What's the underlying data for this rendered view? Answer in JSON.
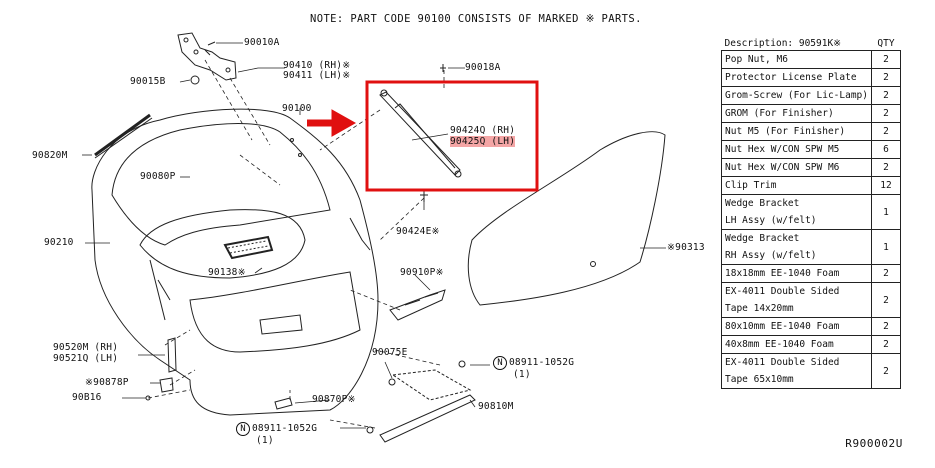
{
  "note": "NOTE: PART CODE 90100 CONSISTS OF MARKED ※ PARTS.",
  "reference": "R900002U",
  "labels": {
    "p90010A": "90010A",
    "p90410": "90410 (RH)※",
    "p90411": "90411 (LH)※",
    "p90015B": "90015B",
    "p90100": "90100",
    "p90018A": "90018A",
    "p90424Q": "90424Q (RH)",
    "p90425Q": "90425Q (LH)",
    "p90424E": "90424E※",
    "p90820M": "90820M",
    "p90080P": "90080P",
    "p90210": "90210",
    "p90138": "90138※",
    "p90910P": "90910P※",
    "p90313": "※90313",
    "p90520M": "90520M (RH)",
    "p90521Q": "90521Q (LH)",
    "p90878P": "※90878P",
    "p90B16": "90B16",
    "p90870P": "90870P※",
    "p90075E": "90075E",
    "p90810M": "90810M",
    "nut1_code": "08911-1052G",
    "nut1_qty": "(1)",
    "nut2_code": "08911-1052G",
    "nut2_qty": "(1)",
    "circle_n": "N"
  },
  "table": {
    "header": {
      "description": "Description: 90591K※",
      "qty": "QTY"
    },
    "rows": [
      {
        "desc": "Pop Nut, M6",
        "qty": "2"
      },
      {
        "desc": "Protector License Plate",
        "qty": "2"
      },
      {
        "desc": "Grom-Screw (For Lic-Lamp)",
        "qty": "2"
      },
      {
        "desc": "GROM (For Finisher)",
        "qty": "2"
      },
      {
        "desc": "Nut M5 (For Finisher)",
        "qty": "2"
      },
      {
        "desc": "Nut Hex W/CON SPW M5",
        "qty": "6"
      },
      {
        "desc": "Nut Hex W/CON SPW M6",
        "qty": "2"
      },
      {
        "desc": "Clip Trim",
        "qty": "12"
      },
      {
        "desc": "Wedge Bracket",
        "desc2": "LH Assy (w/felt)",
        "qty": "1"
      },
      {
        "desc": "Wedge Bracket",
        "desc2": "RH Assy (w/felt)",
        "qty": "1"
      },
      {
        "desc": "18x18mm EE-1040 Foam",
        "qty": "2"
      },
      {
        "desc": "EX-4011 Double Sided",
        "desc2": "Tape 14x20mm",
        "qty": "2"
      },
      {
        "desc": "80x10mm EE-1040 Foam",
        "qty": "2"
      },
      {
        "desc": "40x8mm EE-1040 Foam",
        "qty": "2"
      },
      {
        "desc": "EX-4011 Double Sided",
        "desc2": "Tape 65x10mm",
        "qty": "2"
      }
    ]
  },
  "colors": {
    "highlight_box": "#e01010",
    "highlight_label": "#f4a5a5",
    "arrow": "#e01010"
  }
}
